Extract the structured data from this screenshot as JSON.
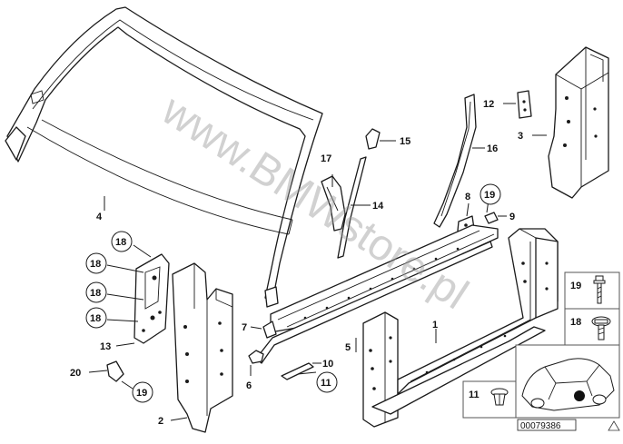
{
  "diagram": {
    "watermark": "www.BMWstore.pl",
    "drawing_number": "00079386",
    "callouts": {
      "c1": "1",
      "c2": "2",
      "c3": "3",
      "c4": "4",
      "c5": "5",
      "c6": "6",
      "c7": "7",
      "c8": "8",
      "c9": "9",
      "c10": "10",
      "c11": "11",
      "c12": "12",
      "c13": "13",
      "c14": "14",
      "c15": "15",
      "c16": "16",
      "c17": "17",
      "c18a": "18",
      "c18b": "18",
      "c18c": "18",
      "c18d": "18",
      "c19a": "19",
      "c19b": "19",
      "c20": "20",
      "c11b": "11"
    },
    "legend": {
      "item19": "19",
      "item18": "18",
      "item11": "11"
    }
  }
}
